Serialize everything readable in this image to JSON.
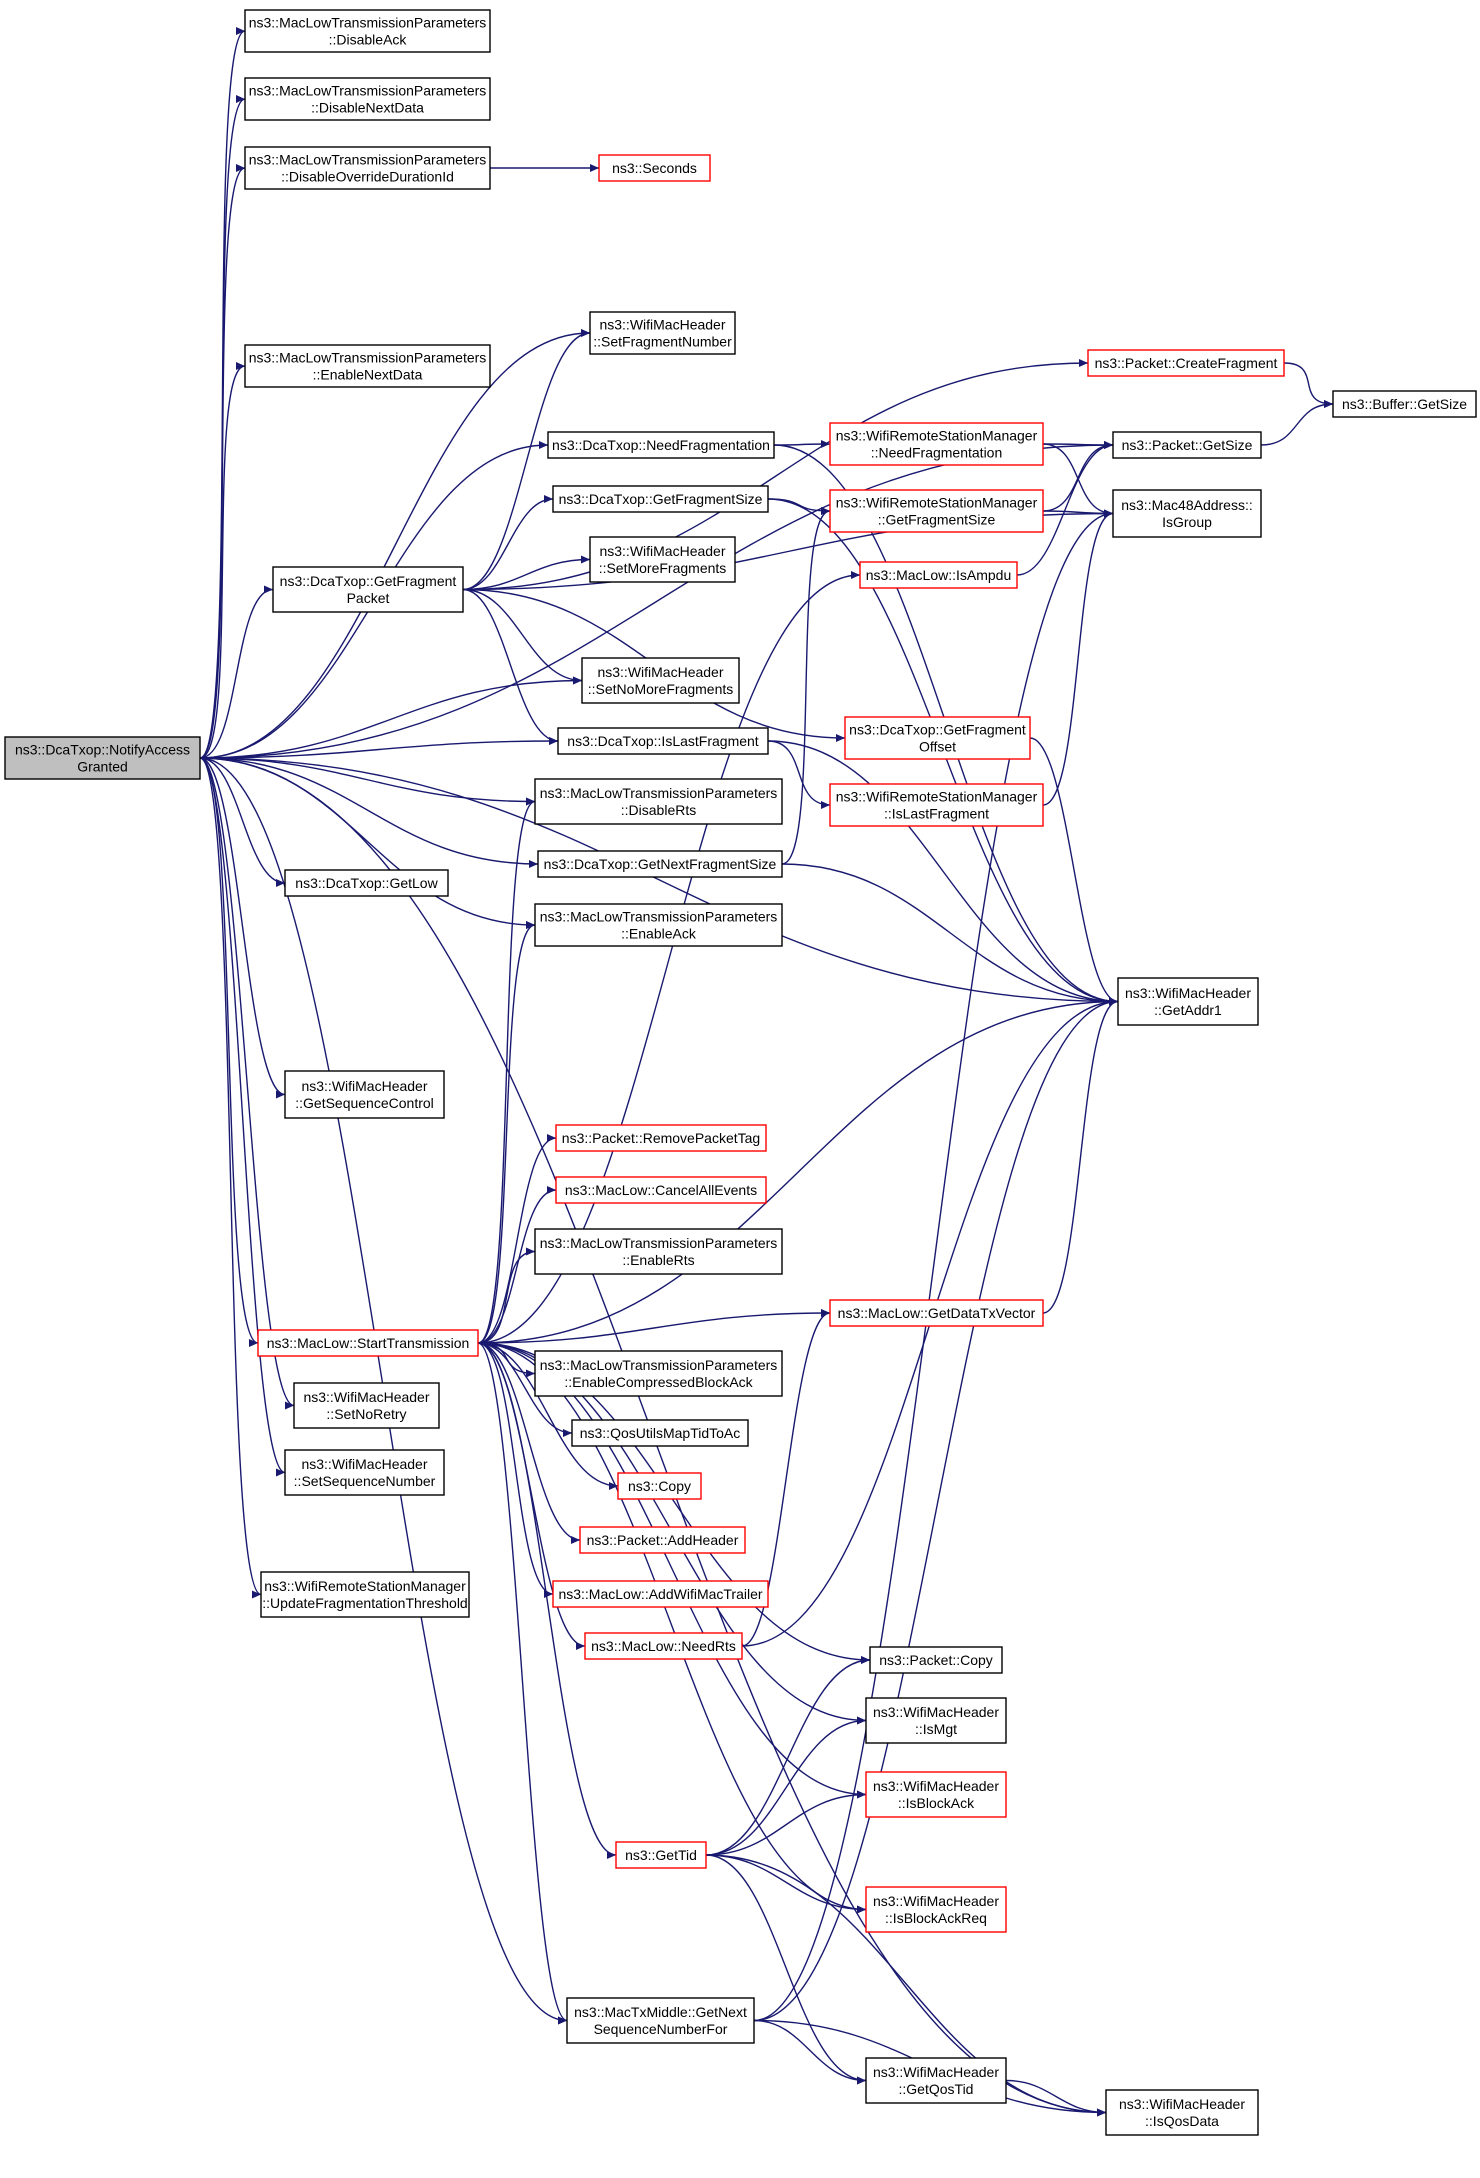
{
  "colors": {
    "edge": "#191970",
    "node_border_black": "#000000",
    "node_border_red": "#ff0000",
    "node_fill": "#ffffff",
    "root_fill": "#bfbfbf"
  },
  "nodes": {
    "root": {
      "lines": [
        "ns3::DcaTxop::NotifyAccess",
        "Granted"
      ],
      "style": "root"
    },
    "disableAck": {
      "lines": [
        "ns3::MacLowTransmissionParameters",
        "::DisableAck"
      ],
      "style": "black"
    },
    "disableNextData": {
      "lines": [
        "ns3::MacLowTransmissionParameters",
        "::DisableNextData"
      ],
      "style": "black"
    },
    "disableOverride": {
      "lines": [
        "ns3::MacLowTransmissionParameters",
        "::DisableOverrideDurationId"
      ],
      "style": "black"
    },
    "seconds": {
      "lines": [
        "ns3::Seconds"
      ],
      "style": "red"
    },
    "setFragmentNumber": {
      "lines": [
        "ns3::WifiMacHeader",
        "::SetFragmentNumber"
      ],
      "style": "black"
    },
    "enableNextData": {
      "lines": [
        "ns3::MacLowTransmissionParameters",
        "::EnableNextData"
      ],
      "style": "black"
    },
    "createFragment": {
      "lines": [
        "ns3::Packet::CreateFragment"
      ],
      "style": "red"
    },
    "bufferGetSize": {
      "lines": [
        "ns3::Buffer::GetSize"
      ],
      "style": "black"
    },
    "needFragmentation": {
      "lines": [
        "ns3::DcaTxop::NeedFragmentation"
      ],
      "style": "black"
    },
    "wrsmNeedFragmentation": {
      "lines": [
        "ns3::WifiRemoteStationManager",
        "::NeedFragmentation"
      ],
      "style": "red"
    },
    "packetGetSize": {
      "lines": [
        "ns3::Packet::GetSize"
      ],
      "style": "black"
    },
    "getFragmentSize": {
      "lines": [
        "ns3::DcaTxop::GetFragmentSize"
      ],
      "style": "black"
    },
    "wrsmGetFragmentSize": {
      "lines": [
        "ns3::WifiRemoteStationManager",
        "::GetFragmentSize"
      ],
      "style": "red"
    },
    "isGroup": {
      "lines": [
        "ns3::Mac48Address::",
        "IsGroup"
      ],
      "style": "black"
    },
    "setMoreFragments": {
      "lines": [
        "ns3::WifiMacHeader",
        "::SetMoreFragments"
      ],
      "style": "black"
    },
    "getFragmentPacket": {
      "lines": [
        "ns3::DcaTxop::GetFragment",
        "Packet"
      ],
      "style": "black"
    },
    "isAmpdu": {
      "lines": [
        "ns3::MacLow::IsAmpdu"
      ],
      "style": "red"
    },
    "setNoMoreFragments": {
      "lines": [
        "ns3::WifiMacHeader",
        "::SetNoMoreFragments"
      ],
      "style": "black"
    },
    "getFragmentOffset": {
      "lines": [
        "ns3::DcaTxop::GetFragment",
        "Offset"
      ],
      "style": "red"
    },
    "isLastFragment": {
      "lines": [
        "ns3::DcaTxop::IsLastFragment"
      ],
      "style": "black"
    },
    "wrsmIsLastFragment": {
      "lines": [
        "ns3::WifiRemoteStationManager",
        "::IsLastFragment"
      ],
      "style": "red"
    },
    "disableRts": {
      "lines": [
        "ns3::MacLowTransmissionParameters",
        "::DisableRts"
      ],
      "style": "black"
    },
    "getLow": {
      "lines": [
        "ns3::DcaTxop::GetLow"
      ],
      "style": "black"
    },
    "getNextFragmentSize": {
      "lines": [
        "ns3::DcaTxop::GetNextFragmentSize"
      ],
      "style": "black"
    },
    "enableAck": {
      "lines": [
        "ns3::MacLowTransmissionParameters",
        "::EnableAck"
      ],
      "style": "black"
    },
    "getAddr1": {
      "lines": [
        "ns3::WifiMacHeader",
        "::GetAddr1"
      ],
      "style": "black"
    },
    "getSequenceControl": {
      "lines": [
        "ns3::WifiMacHeader",
        "::GetSequenceControl"
      ],
      "style": "black"
    },
    "removePacketTag": {
      "lines": [
        "ns3::Packet::RemovePacketTag"
      ],
      "style": "red"
    },
    "cancelAllEvents": {
      "lines": [
        "ns3::MacLow::CancelAllEvents"
      ],
      "style": "red"
    },
    "enableRts": {
      "lines": [
        "ns3::MacLowTransmissionParameters",
        "::EnableRts"
      ],
      "style": "black"
    },
    "getDataTxVector": {
      "lines": [
        "ns3::MacLow::GetDataTxVector"
      ],
      "style": "red"
    },
    "startTransmission": {
      "lines": [
        "ns3::MacLow::StartTransmission"
      ],
      "style": "red"
    },
    "enableCompressedBlockAck": {
      "lines": [
        "ns3::MacLowTransmissionParameters",
        "::EnableCompressedBlockAck"
      ],
      "style": "black"
    },
    "setNoRetry": {
      "lines": [
        "ns3::WifiMacHeader",
        "::SetNoRetry"
      ],
      "style": "black"
    },
    "qosUtilsMapTidToAc": {
      "lines": [
        "ns3::QosUtilsMapTidToAc"
      ],
      "style": "black"
    },
    "setSequenceNumber": {
      "lines": [
        "ns3::WifiMacHeader",
        "::SetSequenceNumber"
      ],
      "style": "black"
    },
    "copy": {
      "lines": [
        "ns3::Copy"
      ],
      "style": "red"
    },
    "addHeader": {
      "lines": [
        "ns3::Packet::AddHeader"
      ],
      "style": "red"
    },
    "updateFragThreshold": {
      "lines": [
        "ns3::WifiRemoteStationManager",
        "::UpdateFragmentationThreshold"
      ],
      "style": "black"
    },
    "addWifiMacTrailer": {
      "lines": [
        "ns3::MacLow::AddWifiMacTrailer"
      ],
      "style": "red"
    },
    "needRts": {
      "lines": [
        "ns3::MacLow::NeedRts"
      ],
      "style": "red"
    },
    "packetCopy": {
      "lines": [
        "ns3::Packet::Copy"
      ],
      "style": "black"
    },
    "isMgt": {
      "lines": [
        "ns3::WifiMacHeader",
        "::IsMgt"
      ],
      "style": "black"
    },
    "isBlockAck": {
      "lines": [
        "ns3::WifiMacHeader",
        "::IsBlockAck"
      ],
      "style": "red"
    },
    "getTid": {
      "lines": [
        "ns3::GetTid"
      ],
      "style": "red"
    },
    "isBlockAckReq": {
      "lines": [
        "ns3::WifiMacHeader",
        "::IsBlockAckReq"
      ],
      "style": "red"
    },
    "getNextSeqNumberFor": {
      "lines": [
        "ns3::MacTxMiddle::GetNext",
        "SequenceNumberFor"
      ],
      "style": "black"
    },
    "getQosTid": {
      "lines": [
        "ns3::WifiMacHeader",
        "::GetQosTid"
      ],
      "style": "black"
    },
    "isQosData": {
      "lines": [
        "ns3::WifiMacHeader",
        "::IsQosData"
      ],
      "style": "black"
    }
  },
  "edges": [
    [
      "root",
      "disableAck"
    ],
    [
      "root",
      "disableNextData"
    ],
    [
      "root",
      "disableOverride"
    ],
    [
      "disableOverride",
      "seconds"
    ],
    [
      "root",
      "setFragmentNumber"
    ],
    [
      "root",
      "enableNextData"
    ],
    [
      "root",
      "packetGetSize"
    ],
    [
      "root",
      "needFragmentation"
    ],
    [
      "root",
      "getFragmentPacket"
    ],
    [
      "root",
      "setNoMoreFragments"
    ],
    [
      "root",
      "isLastFragment"
    ],
    [
      "root",
      "disableRts"
    ],
    [
      "root",
      "getLow"
    ],
    [
      "root",
      "getNextFragmentSize"
    ],
    [
      "root",
      "enableAck"
    ],
    [
      "root",
      "getAddr1"
    ],
    [
      "root",
      "getSequenceControl"
    ],
    [
      "root",
      "startTransmission"
    ],
    [
      "root",
      "setNoRetry"
    ],
    [
      "root",
      "setSequenceNumber"
    ],
    [
      "root",
      "updateFragThreshold"
    ],
    [
      "root",
      "getNextSeqNumberFor"
    ],
    [
      "root",
      "isQosData"
    ],
    [
      "getFragmentPacket",
      "setFragmentNumber"
    ],
    [
      "getFragmentPacket",
      "createFragment"
    ],
    [
      "getFragmentPacket",
      "getFragmentSize"
    ],
    [
      "getFragmentPacket",
      "setMoreFragments"
    ],
    [
      "getFragmentPacket",
      "setNoMoreFragments"
    ],
    [
      "getFragmentPacket",
      "isLastFragment"
    ],
    [
      "getFragmentPacket",
      "getFragmentOffset"
    ],
    [
      "getFragmentPacket",
      "isGroup"
    ],
    [
      "createFragment",
      "bufferGetSize"
    ],
    [
      "packetGetSize",
      "bufferGetSize"
    ],
    [
      "needFragmentation",
      "wrsmNeedFragmentation"
    ],
    [
      "needFragmentation",
      "getAddr1"
    ],
    [
      "wrsmNeedFragmentation",
      "packetGetSize"
    ],
    [
      "wrsmNeedFragmentation",
      "isGroup"
    ],
    [
      "getFragmentSize",
      "wrsmGetFragmentSize"
    ],
    [
      "getFragmentSize",
      "getAddr1"
    ],
    [
      "wrsmGetFragmentSize",
      "packetGetSize"
    ],
    [
      "wrsmGetFragmentSize",
      "isGroup"
    ],
    [
      "isAmpdu",
      "packetGetSize"
    ],
    [
      "isLastFragment",
      "wrsmIsLastFragment"
    ],
    [
      "isLastFragment",
      "getAddr1"
    ],
    [
      "wrsmIsLastFragment",
      "isGroup"
    ],
    [
      "getFragmentOffset",
      "getAddr1"
    ],
    [
      "getNextFragmentSize",
      "wrsmGetFragmentSize"
    ],
    [
      "getNextFragmentSize",
      "getAddr1"
    ],
    [
      "startTransmission",
      "isAmpdu"
    ],
    [
      "startTransmission",
      "disableRts"
    ],
    [
      "startTransmission",
      "enableAck"
    ],
    [
      "startTransmission",
      "getAddr1"
    ],
    [
      "startTransmission",
      "removePacketTag"
    ],
    [
      "startTransmission",
      "cancelAllEvents"
    ],
    [
      "startTransmission",
      "enableRts"
    ],
    [
      "startTransmission",
      "getDataTxVector"
    ],
    [
      "startTransmission",
      "enableCompressedBlockAck"
    ],
    [
      "startTransmission",
      "qosUtilsMapTidToAc"
    ],
    [
      "startTransmission",
      "copy"
    ],
    [
      "startTransmission",
      "addHeader"
    ],
    [
      "startTransmission",
      "addWifiMacTrailer"
    ],
    [
      "startTransmission",
      "needRts"
    ],
    [
      "startTransmission",
      "packetCopy"
    ],
    [
      "startTransmission",
      "isMgt"
    ],
    [
      "startTransmission",
      "isBlockAck"
    ],
    [
      "startTransmission",
      "getTid"
    ],
    [
      "startTransmission",
      "isBlockAckReq"
    ],
    [
      "startTransmission",
      "getNextSeqNumberFor"
    ],
    [
      "getDataTxVector",
      "getAddr1"
    ],
    [
      "needRts",
      "getDataTxVector"
    ],
    [
      "needRts",
      "getAddr1"
    ],
    [
      "getTid",
      "packetCopy"
    ],
    [
      "getTid",
      "isMgt"
    ],
    [
      "getTid",
      "isBlockAck"
    ],
    [
      "getTid",
      "isBlockAckReq"
    ],
    [
      "getTid",
      "getQosTid"
    ],
    [
      "getTid",
      "isQosData"
    ],
    [
      "getNextSeqNumberFor",
      "getAddr1"
    ],
    [
      "getNextSeqNumberFor",
      "isGroup"
    ],
    [
      "getNextSeqNumberFor",
      "getQosTid"
    ],
    [
      "getNextSeqNumberFor",
      "isQosData"
    ],
    [
      "getQosTid",
      "isQosData"
    ]
  ]
}
